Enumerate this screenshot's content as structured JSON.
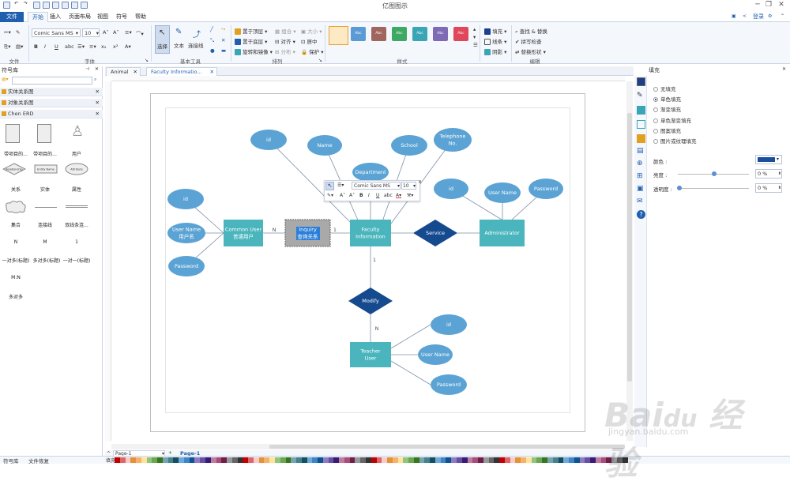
{
  "app_title": "亿图图示",
  "menu": {
    "file": "文件",
    "tabs": [
      "开始",
      "插入",
      "页面布局",
      "视图",
      "符号",
      "帮助"
    ],
    "login": "登录"
  },
  "ribbon": {
    "font_name": "Comic Sans MS",
    "font_size": "10",
    "select_label": "选择",
    "text_label": "文本",
    "connector_label": "连接线",
    "arrange": [
      "置于顶层",
      "置于底层",
      "旋转和镜像",
      "组合",
      "对齐",
      "分布",
      "大小",
      "居中",
      "保护"
    ],
    "style_swatch_text": "Abc",
    "style_colors": [
      "#1b3f8b",
      "#5b9bd5",
      "#a0665e",
      "#3ea865",
      "#3aa5b5",
      "#7f6ab5",
      "#e0475b"
    ],
    "fill_label": "填充",
    "line_label": "线条",
    "shadow_label": "阴影",
    "find_label": "查找 & 替换",
    "spell_label": "拼写检查",
    "replace_label": "替换形状",
    "groups": [
      "文件",
      "字体",
      "基本工具",
      "排列",
      "样式",
      "编辑"
    ]
  },
  "left_panel": {
    "title": "符号库",
    "libraries": [
      "实体关系图",
      "对象关系图",
      "Chen ERD"
    ],
    "shapes": [
      "带项目的...",
      "带项目的...",
      "用户",
      "关系",
      "实体",
      "属性",
      "集合",
      "连接线",
      "双线条连...",
      "N",
      "M",
      "1",
      "一对多(标题)",
      "多对多(标题)",
      "一对一(标题)",
      "M:N",
      "多对多"
    ],
    "shape_texts": {
      "relationship": "Relationship",
      "entity": "Entity Name",
      "attribute": "Attribute"
    }
  },
  "doc_tabs": [
    "Animal",
    "Faculty Informatio..."
  ],
  "diagram": {
    "entities": [
      {
        "id": "common-user",
        "lines": [
          "Common User",
          "普通用户"
        ]
      },
      {
        "id": "inquiry",
        "lines": [
          "Inquiry",
          "查询关系"
        ]
      },
      {
        "id": "faculty",
        "lines": [
          "Faculty",
          "Information"
        ]
      },
      {
        "id": "administrator",
        "lines": [
          "Administrator"
        ]
      },
      {
        "id": "teacher",
        "lines": [
          "Teacher",
          "User"
        ]
      }
    ],
    "relations": [
      {
        "id": "service",
        "label": "Service"
      },
      {
        "id": "modify",
        "label": "Modify"
      }
    ],
    "attributes": {
      "a1": "id",
      "a2": "Name",
      "a3": "Department",
      "a4": "School",
      "a5": [
        "Telephone",
        "No."
      ],
      "a6": "id",
      "a7": [
        "User Name",
        "用户名"
      ],
      "a8": "Password",
      "a9": "id",
      "a10": "User Name",
      "a11": "Password",
      "a12": "id",
      "a13": "User Name",
      "a14": "Password"
    },
    "cardinality": {
      "n1": "N",
      "one1": "1",
      "one2": "1",
      "n2": "N"
    },
    "mini_toolbar": {
      "font": "Comic Sans MS",
      "size": "10"
    }
  },
  "right_panel": {
    "title": "填充",
    "options": [
      "无填充",
      "单色填充",
      "渐变填充",
      "单色渐变填充",
      "图案填充",
      "图片或纹理填充"
    ],
    "selected": "单色填充",
    "color_label": "颜色 :",
    "color_value": "#1b4f9c",
    "brightness_label": "亮度 :",
    "brightness_value": "0 %",
    "transparency_label": "透明度 :",
    "transparency_value": "0 %"
  },
  "page_bar": {
    "page_select": "Page-1",
    "page_tab": "Page-1"
  },
  "status": {
    "left1": "符号库",
    "left2": "文件恢复",
    "fill": "填充"
  }
}
